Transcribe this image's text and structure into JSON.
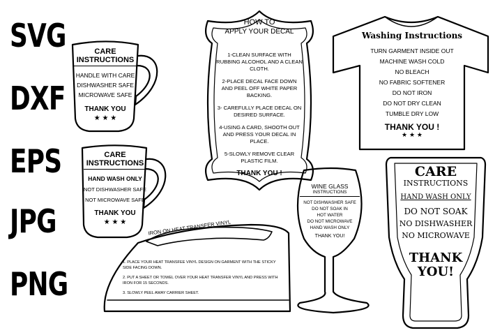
{
  "formats": [
    "SVG",
    "DXF",
    "EPS",
    "JPG",
    "PNG"
  ],
  "mug1": {
    "title": "CARE INSTRUCTIONS",
    "lines": [
      "HANDLE WITH CARE",
      "DISHWASHER SAFE",
      "MICROWAVE SAFE"
    ],
    "thanks": "THANK YOU",
    "stars": "★ ★ ★"
  },
  "mug2": {
    "title": "CARE INSTRUCTIONS",
    "lines": [
      "HAND WASH ONLY",
      "NOT DISHWASHER SAFE",
      "NOT MICROWAVE SAFE"
    ],
    "thanks": "THANK YOU",
    "stars": "★ ★ ★"
  },
  "decal": {
    "title_line1": "HOW TO",
    "title_line2": "APPLY YOUR DECAL",
    "steps": [
      "1-CLEAN SURFACE WITH RUBBING ALCOHOL AND A CLEAN CLOTH.",
      "2-PLACE DECAL FACE DOWN AND PEEL OFF WHITE PAPER BACKING.",
      "3- CAREFULLY PLACE DECAL ON DESIRED SURFACE.",
      "4-USING A CARD, SHOOTH OUT AND PRESS YOUR DECAL IN PLACE.",
      "5-SLOWLY REMOVE CLEAR PLASTIC FILM."
    ],
    "thanks": "THANK YOU !"
  },
  "shirt": {
    "title": "Washing Instructions",
    "lines": [
      "TURN GARMENT INSIDE OUT",
      "MACHINE WASH COLD",
      "NO BLEACH",
      "NO FABRIC SOFTENER",
      "DO NOT IRON",
      "DO NOT DRY CLEAN",
      "TUMBLE DRY LOW"
    ],
    "thanks": "THANK YOU !",
    "stars": "★ ★ ★"
  },
  "wine": {
    "title_line1": "WINE GLASS",
    "title_line2": "INSTRUCTIONS",
    "lines": [
      "NOT DISHWASHER SAFE",
      "DO NOT SOAK IN",
      "HOT WATER",
      "DO NOT MICROWAVE",
      "HAND WASH ONLY"
    ],
    "thanks": "THANK YOU!"
  },
  "tumbler": {
    "title_line1": "CARE",
    "title_line2": "INSTRUCTIONS",
    "lines": [
      "HAND WASH ONLY",
      "DO NOT SOAK",
      "NO DISHWASHER",
      "NO MICROWAVE"
    ],
    "thanks_line1": "THANK",
    "thanks_line2": "YOU!"
  },
  "iron": {
    "title": "IRON ON HEAT TRANSFER VINYL",
    "steps": [
      "1. PLACE YOUR HEAT TRANSFEE VINYL DESIGN ON GARMENT WITH THE STICKY SIDE FACING DOWN.",
      "2. PUT A SHEET OR TOWEL OVER YOUR HEAT TRANSFER VINYL AND PRESS WITH IRON FOR 15 SECONDS.",
      "3. SLOWLY PEEL AWAY CARRIER SHEET."
    ]
  }
}
